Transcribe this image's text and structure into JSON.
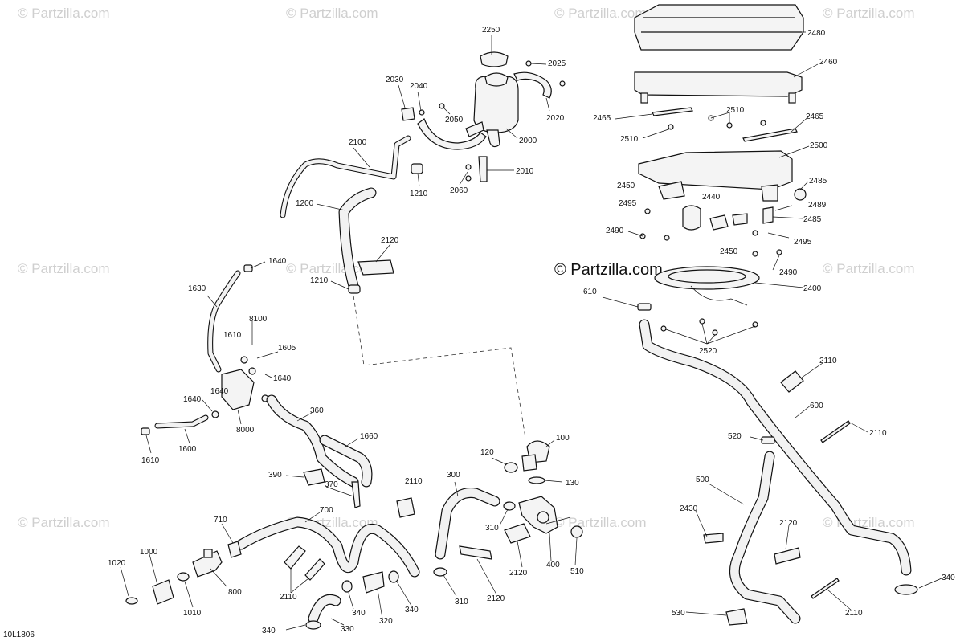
{
  "watermarks": {
    "small": "© Partzilla.com",
    "main": "© Partzilla.com"
  },
  "diagram_code": "10L1806",
  "callouts": {
    "c2250": "2250",
    "c2025": "2025",
    "c2020": "2020",
    "c2030": "2030",
    "c2040": "2040",
    "c2050": "2050",
    "c2000": "2000",
    "c2010": "2010",
    "c2060": "2060",
    "c2100": "2100",
    "c1210a": "1210",
    "c1200": "1200",
    "c2120a": "2120",
    "c1210b": "1210",
    "c2480": "2480",
    "c2460": "2460",
    "c2465a": "2465",
    "c2510a": "2510",
    "c2510b": "2510",
    "c2465b": "2465",
    "c2500": "2500",
    "c2485a": "2485",
    "c2450a": "2450",
    "c2440": "2440",
    "c2489": "2489",
    "c2495a": "2495",
    "c2485b": "2485",
    "c2490a": "2490",
    "c2495b": "2495",
    "c2450b": "2450",
    "c2490b": "2490",
    "c2400": "2400",
    "c610": "610",
    "c2520": "2520",
    "c1640a": "1640",
    "c1630": "1630",
    "c8100": "8100",
    "c1610a": "1610",
    "c1605": "1605",
    "c1640b": "1640",
    "c1640c": "1640",
    "c1640d": "1640",
    "c8000": "8000",
    "c1610b": "1610",
    "c1600": "1600",
    "c360": "360",
    "c1660": "1660",
    "c390": "390",
    "c370": "370",
    "c2110a": "2110",
    "c700": "700",
    "c710": "710",
    "c1000": "1000",
    "c1020": "1020",
    "c800": "800",
    "c1010": "1010",
    "c2110b": "2110",
    "c340a": "340",
    "c340b": "340",
    "c320": "320",
    "c330": "330",
    "c340c": "340",
    "c300": "300",
    "c120": "120",
    "c100": "100",
    "c130": "130",
    "c310a": "310",
    "c2120b": "2120",
    "c400": "400",
    "c510": "510",
    "c310b": "310",
    "c2120c": "2120",
    "c2110c": "2110",
    "c600": "600",
    "c2110d": "2110",
    "c520": "520",
    "c500": "500",
    "c2430": "2430",
    "c2120d": "2120",
    "c340d": "340",
    "c2110e": "2110",
    "c530": "530"
  }
}
